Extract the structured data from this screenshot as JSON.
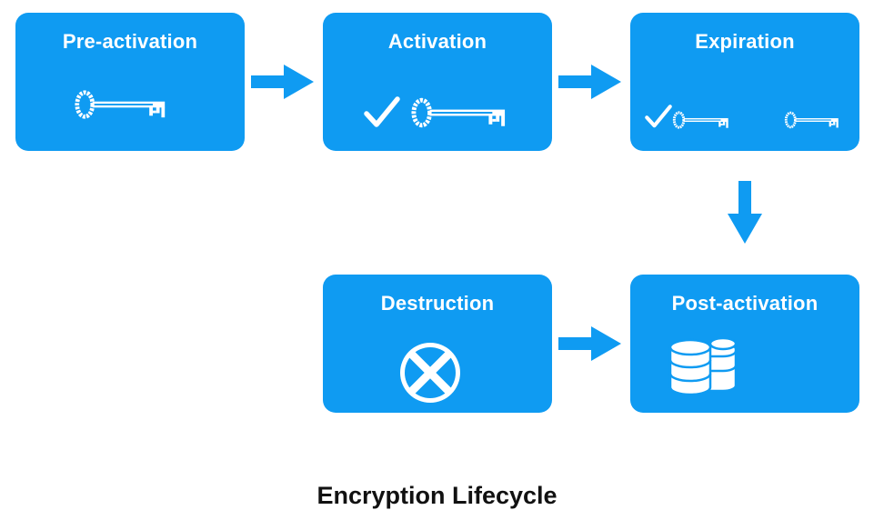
{
  "colors": {
    "box": "#0f9bf2",
    "icon": "#ffffff",
    "arrow": "#0f9bf2",
    "caption": "#111111"
  },
  "stages": {
    "pre_activation": {
      "title": "Pre-activation",
      "icons": [
        "key-icon"
      ]
    },
    "activation": {
      "title": "Activation",
      "icons": [
        "checkmark-icon",
        "key-icon"
      ]
    },
    "expiration": {
      "title": "Expiration",
      "icons": [
        "checkmark-icon",
        "key-icon",
        "key-icon"
      ]
    },
    "post_activation": {
      "title": "Post-activation",
      "icons": [
        "database-icon"
      ]
    },
    "destruction": {
      "title": "Destruction",
      "icons": [
        "cross-circle-icon"
      ]
    }
  },
  "flow": [
    [
      "pre_activation",
      "activation"
    ],
    [
      "activation",
      "expiration"
    ],
    [
      "expiration",
      "post_activation"
    ],
    [
      "destruction",
      "post_activation"
    ]
  ],
  "caption": "Encryption Lifecycle"
}
